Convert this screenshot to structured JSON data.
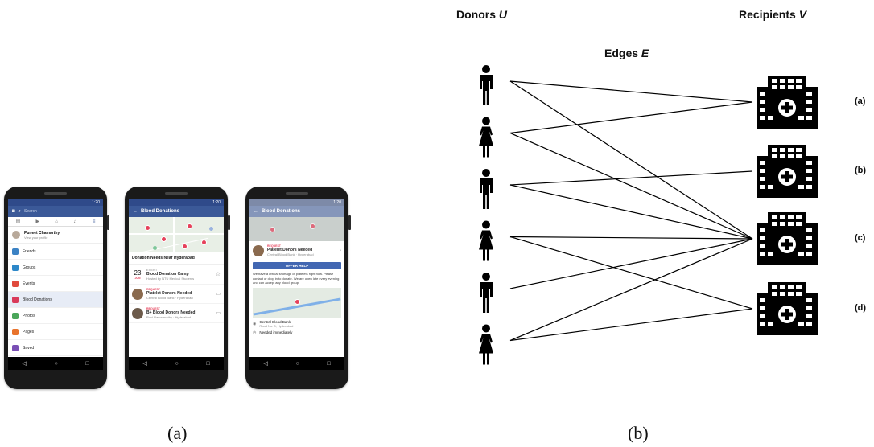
{
  "captions": {
    "a": "(a)",
    "b": "(b)"
  },
  "graph": {
    "donors_label": "Donors",
    "donors_var": "U",
    "recipients_label": "Recipients",
    "recipients_var": "V",
    "edges_label": "Edges",
    "edges_var": "E",
    "donors": [
      "male",
      "female",
      "male",
      "female",
      "male",
      "female"
    ],
    "recipients": [
      "(a)",
      "(b)",
      "(c)",
      "(d)"
    ],
    "edges": [
      [
        0,
        0
      ],
      [
        0,
        2
      ],
      [
        1,
        0
      ],
      [
        1,
        2
      ],
      [
        2,
        1
      ],
      [
        2,
        2
      ],
      [
        3,
        2
      ],
      [
        3,
        3
      ],
      [
        4,
        2
      ],
      [
        5,
        2
      ],
      [
        5,
        3
      ]
    ]
  },
  "phone1": {
    "status_time": "1:20",
    "search_placeholder": "Search",
    "profile_name": "Puneet Chamarthy",
    "profile_sub": "View your profile",
    "menu": [
      {
        "label": "Friends",
        "color": "#3b82c4"
      },
      {
        "label": "Groups",
        "color": "#2d88c9"
      },
      {
        "label": "Events",
        "color": "#e04a3c"
      },
      {
        "label": "Blood Donations",
        "color": "#d93a5a"
      },
      {
        "label": "Photos",
        "color": "#4aa65a"
      },
      {
        "label": "Pages",
        "color": "#e8732c"
      },
      {
        "label": "Saved",
        "color": "#7a4fb5"
      }
    ]
  },
  "phone2": {
    "status_time": "1:20",
    "title": "Blood Donations",
    "section": "Donation Needs Near Hyderabad",
    "event_day": "23",
    "event_month": "JUN",
    "event_tag": "EVENT",
    "event_title": "Blood Donation Camp",
    "event_sub": "Hosted by NTU Medical Students",
    "req1_tag": "REQUEST",
    "req1_title": "Platelet Donors Needed",
    "req1_sub": "Central Blood Bank · Hyderabad",
    "req2_tag": "REQUEST",
    "req2_title": "B+ Blood Donors Needed",
    "req2_sub": "Ravi Ramamurthy · Hyderabad"
  },
  "phone3": {
    "status_time": "1:20",
    "title": "Blood Donations",
    "tag": "REQUEST",
    "req_title": "Platelet Donors Needed",
    "req_sub": "Central Blood Bank · Hyderabad",
    "offer_label": "OFFER HELP",
    "message": "We have a critical shortage of platelets right now. Please contact or drop in to donate. We are open late every evening and can accept any blood group.",
    "place": "Central Blood Bank",
    "place_sub": "Road No. 3, Hyderabad",
    "need": "Needed immediately"
  }
}
